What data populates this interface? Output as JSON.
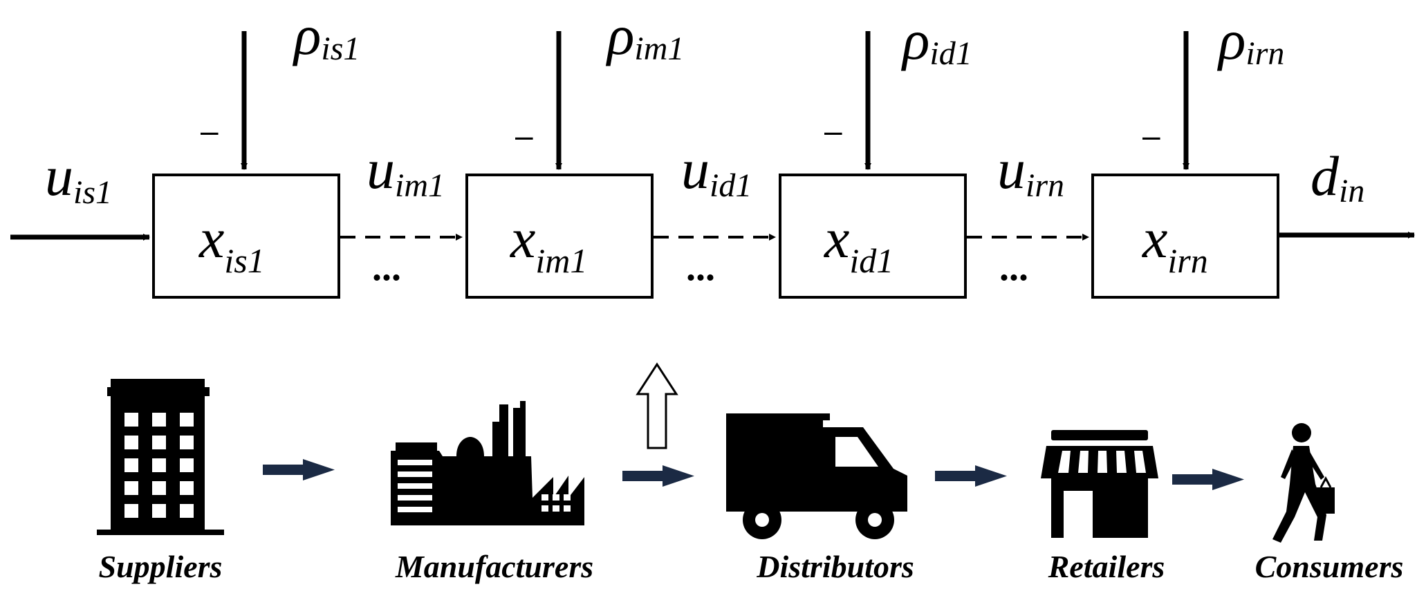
{
  "diagram": {
    "stages": [
      {
        "box_base": "x",
        "box_sub": "is1",
        "disturbance_base": "ρ",
        "disturbance_sub": "is1",
        "sign": "–"
      },
      {
        "box_base": "x",
        "box_sub": "im1",
        "disturbance_base": "ρ",
        "disturbance_sub": "im1",
        "sign": "–"
      },
      {
        "box_base": "x",
        "box_sub": "id1",
        "disturbance_base": "ρ",
        "disturbance_sub": "id1",
        "sign": "–"
      },
      {
        "box_base": "x",
        "box_sub": "irn",
        "disturbance_base": "ρ",
        "disturbance_sub": "irn",
        "sign": "–"
      }
    ],
    "flows": [
      {
        "base": "u",
        "sub": "is1"
      },
      {
        "base": "u",
        "sub": "im1",
        "ellipsis": "..."
      },
      {
        "base": "u",
        "sub": "id1",
        "ellipsis": "..."
      },
      {
        "base": "u",
        "sub": "irn",
        "ellipsis": "..."
      }
    ],
    "output": {
      "base": "d",
      "sub": "in"
    }
  },
  "chain": [
    {
      "label": "Suppliers",
      "icon": "building-icon"
    },
    {
      "label": "Manufacturers",
      "icon": "factory-icon"
    },
    {
      "label": "Distributors",
      "icon": "truck-icon"
    },
    {
      "label": "Retailers",
      "icon": "store-icon"
    },
    {
      "label": "Consumers",
      "icon": "walking-person-icon"
    }
  ],
  "colors": {
    "ink": "#000000",
    "chain_arrow": "#1b2a44",
    "background": "#ffffff"
  }
}
